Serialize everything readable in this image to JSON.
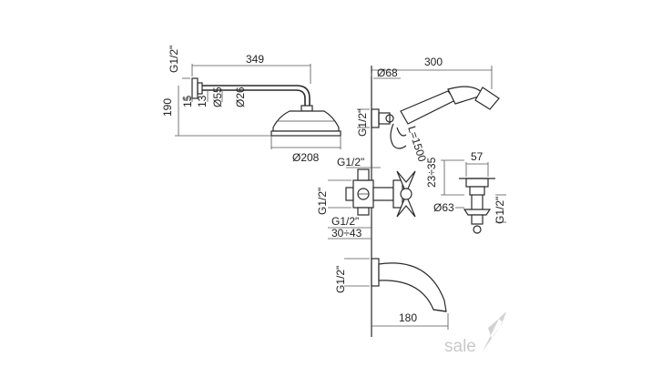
{
  "shower_head": {
    "thread": "G1/2\"",
    "arm_length": "349",
    "height": "190",
    "d15": "15",
    "d13": "13",
    "d55": "Ø55",
    "d26": "Ø26",
    "head_diameter": "Ø208"
  },
  "hand_shower": {
    "d68": "Ø68",
    "length": "300",
    "thread": "G1/2\"",
    "hose": "L=1500"
  },
  "diverter": {
    "width": "57",
    "range": "23÷35",
    "d63": "Ø63",
    "thread": "G1/2\""
  },
  "mixer": {
    "thread_top": "G1/2\"",
    "thread_side": "G1/2\"",
    "thread_bottom": "G1/2\"",
    "range": "30÷43"
  },
  "spout": {
    "thread": "G1/2\"",
    "length": "180"
  },
  "watermark": {
    "text": "sale"
  }
}
